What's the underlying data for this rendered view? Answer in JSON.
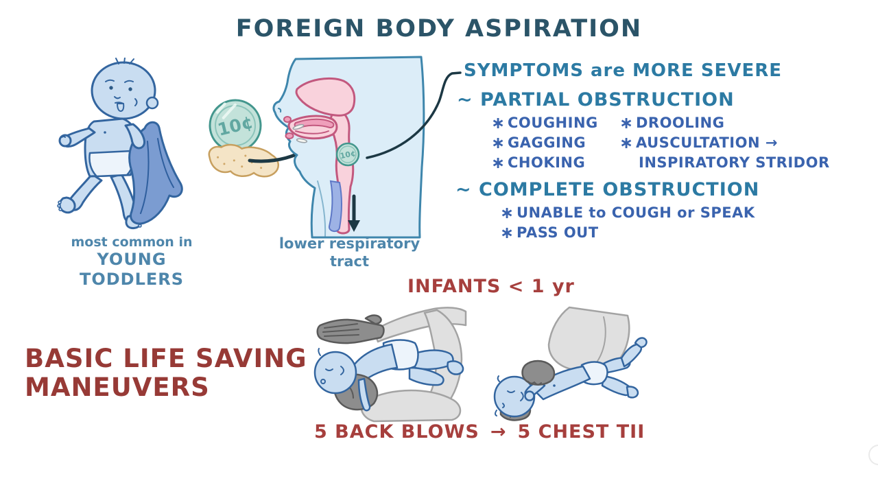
{
  "title": "FOREIGN BODY ASPIRATION",
  "coin_label": "10¢",
  "left_caption": {
    "line1": "most common in",
    "line2": "YOUNG TODDLERS"
  },
  "throat_caption": {
    "line1": "lower respiratory",
    "line2": "tract"
  },
  "symptoms": {
    "header": "SYMPTOMS are MORE SEVERE",
    "bullet_glyph": "∗",
    "partial": {
      "label": "~ PARTIAL OBSTRUCTION",
      "left": [
        "COUGHING",
        "GAGGING",
        "CHOKING"
      ],
      "right": [
        "DROOLING",
        "AUSCULTATION →",
        "INSPIRATORY STRIDOR"
      ]
    },
    "complete": {
      "label": "~ COMPLETE OBSTRUCTION",
      "items": [
        "UNABLE to COUGH or SPEAK",
        "PASS OUT"
      ]
    }
  },
  "infants_label": "INFANTS < 1 yr",
  "maneuvers_heading": {
    "line1": "BASIC LIFE SAVING",
    "line2": "MANEUVERS"
  },
  "bottom_caption": {
    "left": "5 BACK BLOWS",
    "arrow": "→",
    "right": "5 CHEST TII"
  },
  "colors": {
    "title": "#2b5468",
    "heading_teal": "#2c7aa3",
    "bullet_blue": "#3a63ae",
    "caption_blue": "#4e86ab",
    "red": "#a63f3d",
    "red_dark": "#973a36",
    "ink": "#1c3844",
    "baby_fill": "#c9ddf1",
    "baby_outline": "#33659f",
    "diaper_fill": "#edf4fb",
    "blanket": "#7b9cd1",
    "coin_fill": "#c3e2da",
    "coin_outline": "#43968d",
    "coin_text": "#61a7a1",
    "skin_fill": "#dcedf8",
    "skin_outline": "#3e86ac",
    "pink_fill": "#f9d2dc",
    "pink_outline": "#c2587e",
    "pink_dark": "#ef9fbb",
    "trachea_fill": "#9db2e5",
    "gray_light": "#e0e0e0",
    "gray_dark": "#8d8d8d"
  }
}
